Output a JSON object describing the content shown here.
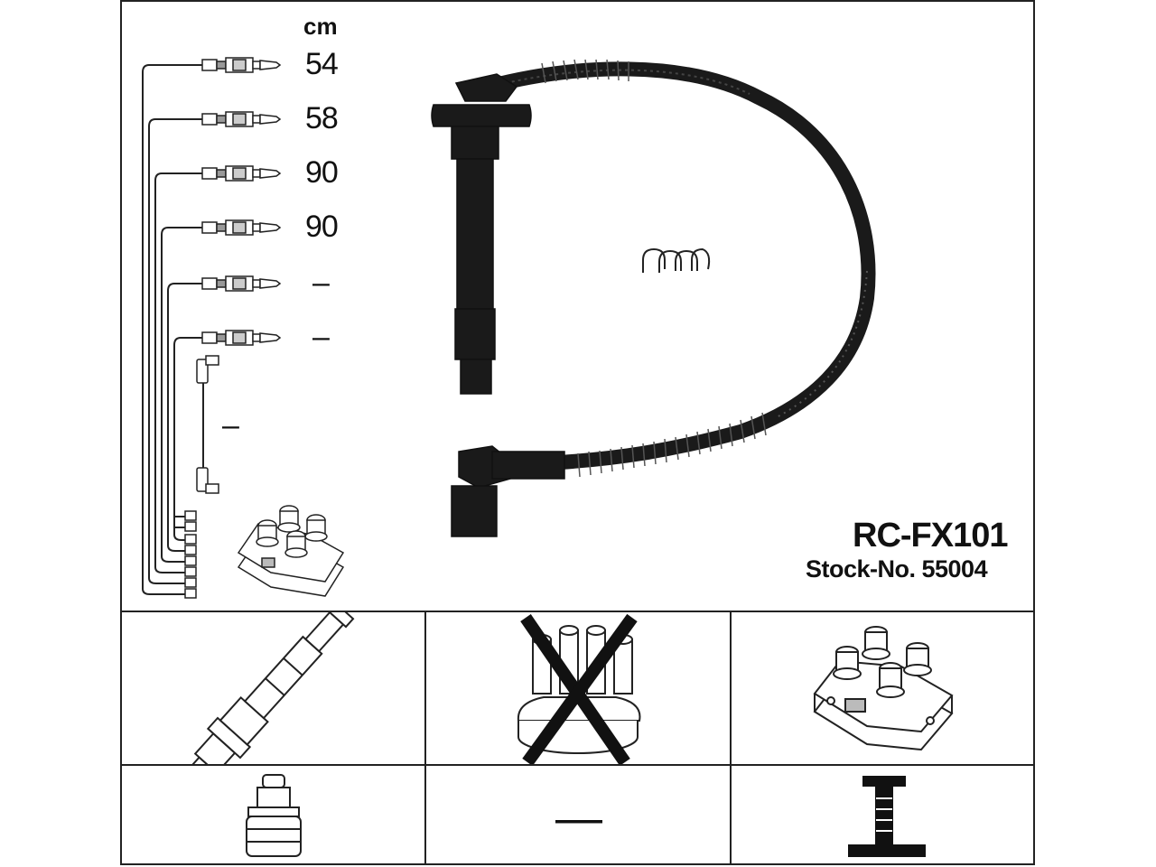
{
  "unit_label": "cm",
  "lengths": [
    "54",
    "58",
    "90",
    "90",
    "–",
    "–"
  ],
  "coil_lead_length": "–",
  "product": {
    "code": "RC-FX101",
    "stock_number": "Stock-No. 55004"
  },
  "components": [
    {
      "name": "spark-plug",
      "applicable": true
    },
    {
      "name": "distributor-cap",
      "applicable": false
    },
    {
      "name": "ignition-coil",
      "applicable": true
    },
    {
      "name": "plug-connector",
      "value": ""
    },
    {
      "name": "distributor-connector",
      "value": "—"
    },
    {
      "name": "coil-connector",
      "value": ""
    }
  ],
  "colors": {
    "line": "#222222",
    "cable": "#1a1a1a",
    "background": "#ffffff"
  }
}
